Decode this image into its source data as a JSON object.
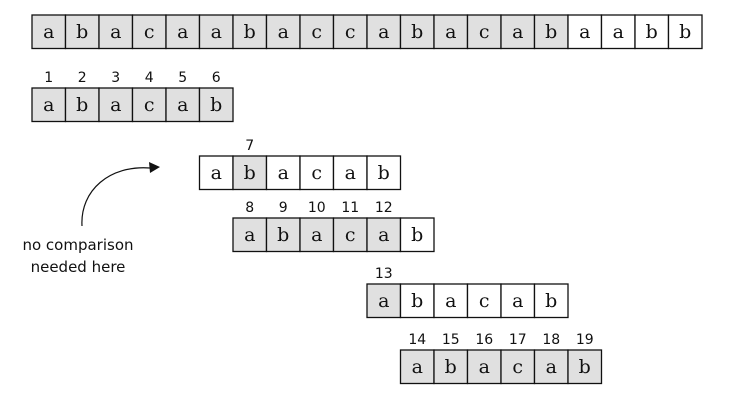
{
  "colors": {
    "match_fill": "#e0e0e0",
    "plain_fill": "#ffffff",
    "ink": "#111111"
  },
  "text": {
    "chars": [
      "a",
      "b",
      "a",
      "c",
      "a",
      "a",
      "b",
      "a",
      "c",
      "c",
      "a",
      "b",
      "a",
      "c",
      "a",
      "b",
      "a",
      "a",
      "b",
      "b"
    ],
    "shaded_count": 16
  },
  "pattern": {
    "chars": [
      "a",
      "b",
      "a",
      "c",
      "a",
      "b"
    ]
  },
  "attempts": [
    {
      "offset": 0,
      "shaded": [
        0,
        1,
        2,
        3,
        4,
        5
      ],
      "labels": [
        "1",
        "2",
        "3",
        "4",
        "5",
        "6"
      ]
    },
    {
      "offset": 5,
      "shaded": [
        1
      ],
      "labels": [
        "",
        "7",
        "",
        "",
        "",
        ""
      ]
    },
    {
      "offset": 6,
      "shaded": [
        0,
        1,
        2,
        3,
        4
      ],
      "labels": [
        "8",
        "9",
        "10",
        "11",
        "12",
        ""
      ]
    },
    {
      "offset": 10,
      "shaded": [
        0
      ],
      "labels": [
        "13",
        "",
        "",
        "",
        "",
        ""
      ]
    },
    {
      "offset": 11,
      "shaded": [
        0,
        1,
        2,
        3,
        4,
        5
      ],
      "labels": [
        "14",
        "15",
        "16",
        "17",
        "18",
        "19"
      ]
    }
  ],
  "annotation": {
    "lines": [
      "no comparison",
      "needed here"
    ]
  }
}
